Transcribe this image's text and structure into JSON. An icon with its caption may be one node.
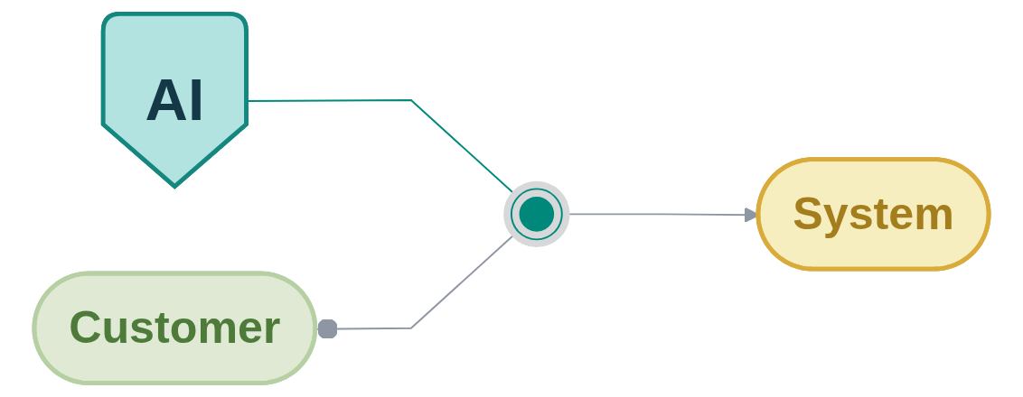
{
  "diagram": {
    "nodes": [
      {
        "text": [
          "AI"
        ]
      },
      {
        "text": [
          "Customer"
        ]
      },
      {
        "text": [],
        "shape": "circle"
      },
      {
        "text": [
          "System"
        ]
      }
    ],
    "edges": [
      {
        "from": 0,
        "to": 2,
        "arrow": "none",
        "color": "#00897b"
      },
      {
        "from": 1,
        "to": 2,
        "arrow": "other"
      },
      {
        "from": 2,
        "to": 3,
        "arrow": "to"
      }
    ]
  }
}
